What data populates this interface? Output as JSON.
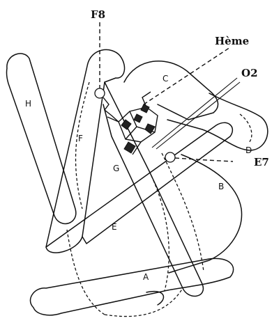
{
  "labels": {
    "proximal_histidine": "F8",
    "heme": "Hème",
    "oxygen": "O2",
    "distal_histidine": "E7"
  },
  "helices": [
    "A",
    "B",
    "C",
    "D",
    "E",
    "F",
    "G",
    "H"
  ]
}
